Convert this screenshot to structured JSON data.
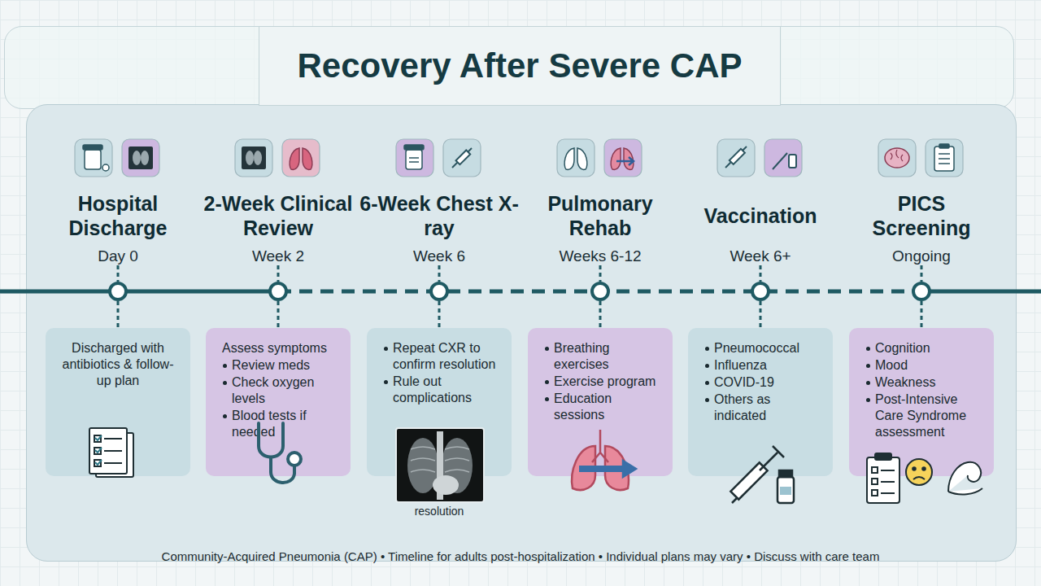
{
  "diagram": {
    "title": "Recovery After Severe CAP",
    "caption": "Community-Acquired Pneumonia (CAP) • Timeline for adults post-hospitalization • Individual plans may vary • Discuss with care team",
    "nodes": [
      {
        "text": [
          "Hospital Discharge",
          "Day 0",
          "Discharged with antibiotics & follow-up plan"
        ]
      },
      {
        "text": [
          "2-Week Clinical Review",
          "Week 2",
          "Assess symptoms",
          "Review meds",
          "Check oxygen levels",
          "Blood tests if needed"
        ]
      },
      {
        "text": [
          "6-Week Chest X-ray",
          "Week 6",
          "Repeat CXR to confirm resolution",
          "Rule out complications",
          "resolution"
        ]
      },
      {
        "text": [
          "Pulmonary Rehab",
          "Weeks 6-12",
          "Breathing exercises",
          "Exercise program",
          "Education sessions"
        ]
      },
      {
        "text": [
          "Vaccination",
          "Week 6+",
          "Pneumococcal",
          "Influenza",
          "COVID-19",
          "Others as indicated"
        ]
      },
      {
        "text": [
          "PICS Screening",
          "Ongoing",
          "Cognition",
          "Mood",
          "Weakness",
          "Post-Intensive Care Syndrome assessment"
        ]
      }
    ]
  }
}
